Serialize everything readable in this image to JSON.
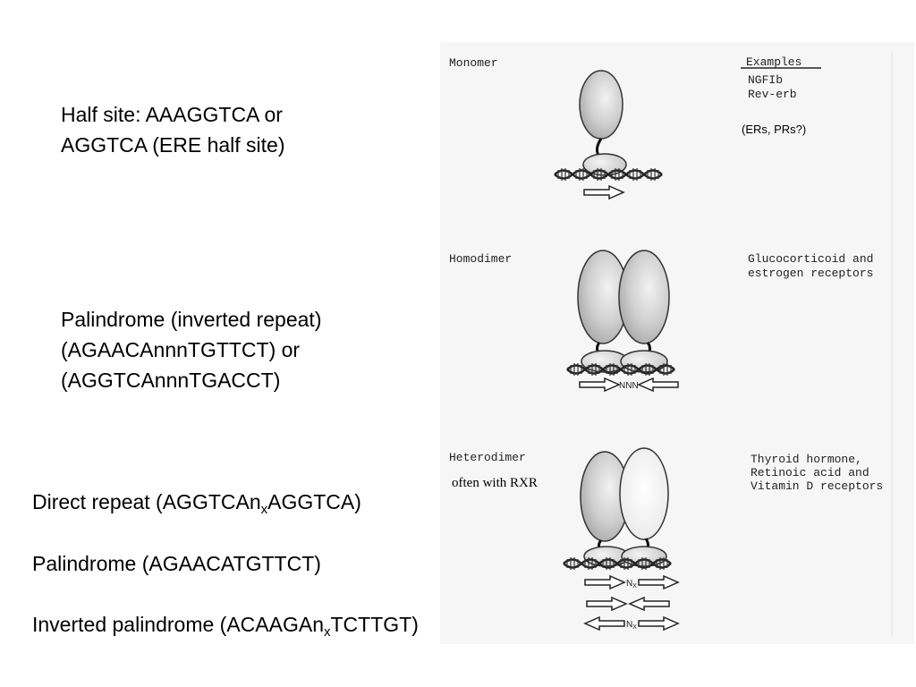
{
  "left_text": {
    "half_site": [
      "Half site: AAAGGTCA or",
      "AGGTCA (ERE half site)"
    ],
    "palindrome_inverted": [
      "Palindrome (inverted repeat)",
      "(AGAACAnnnTGTTCT) or",
      "(AGGTCAnnnTGACCT)"
    ],
    "direct_repeat": {
      "pre": "Direct repeat (AGGTCAn",
      "sub": "x",
      "post": "AGGTCA)"
    },
    "palindrome": "Palindrome (AGAACATGTTCT)",
    "inverted_palindrome": {
      "pre": "Inverted palindrome (ACAAGAn",
      "sub": "x",
      "post": "TCTTGT)"
    }
  },
  "figure": {
    "monomer": {
      "label": "Monomer",
      "examples_header": "Examples",
      "examples": [
        "NGFIb",
        "Rev-erb"
      ],
      "note": "(ERs, PRs?)"
    },
    "homodimer": {
      "label": "Homodimer",
      "examples": [
        "Glucocorticoid and",
        "estrogen receptors"
      ],
      "spacer": "NNN"
    },
    "heterodimer": {
      "label": "Heterodimer",
      "note": "often with RXR",
      "examples": [
        "Thyroid hormone,",
        "Retinoic acid and",
        "Vitamin D receptors"
      ],
      "spacer_main": "N",
      "spacer_sub": "X"
    }
  }
}
